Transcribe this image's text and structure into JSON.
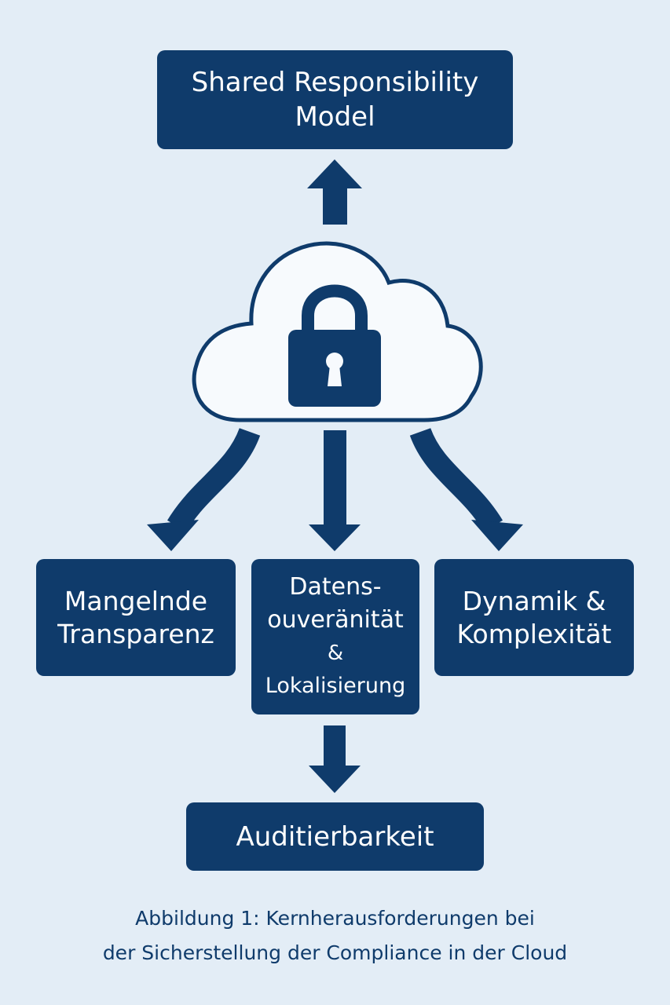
{
  "nodes": {
    "top": {
      "lines": [
        "Shared Responsibility",
        "Model"
      ]
    },
    "left": {
      "lines": [
        "Mangelnde",
        "Transparenz"
      ]
    },
    "middle": {
      "lines": [
        "Datens-",
        "ouveränität",
        "&",
        "Lokalisierung"
      ]
    },
    "right": {
      "lines": [
        "Dynamik &",
        "Komplexität"
      ]
    },
    "bottom": {
      "lines": [
        "Auditierbarkeit"
      ]
    }
  },
  "caption": {
    "lines": [
      "Abbildung 1: Kernherausforderungen bei",
      "der Sicherstellung der Compliance in der Cloud"
    ]
  },
  "icons": {
    "center": "cloud-lock-icon"
  },
  "colors": {
    "background": "#e3edf6",
    "primary": "#0f3b6b",
    "cloud_fill": "#f7fafd"
  }
}
